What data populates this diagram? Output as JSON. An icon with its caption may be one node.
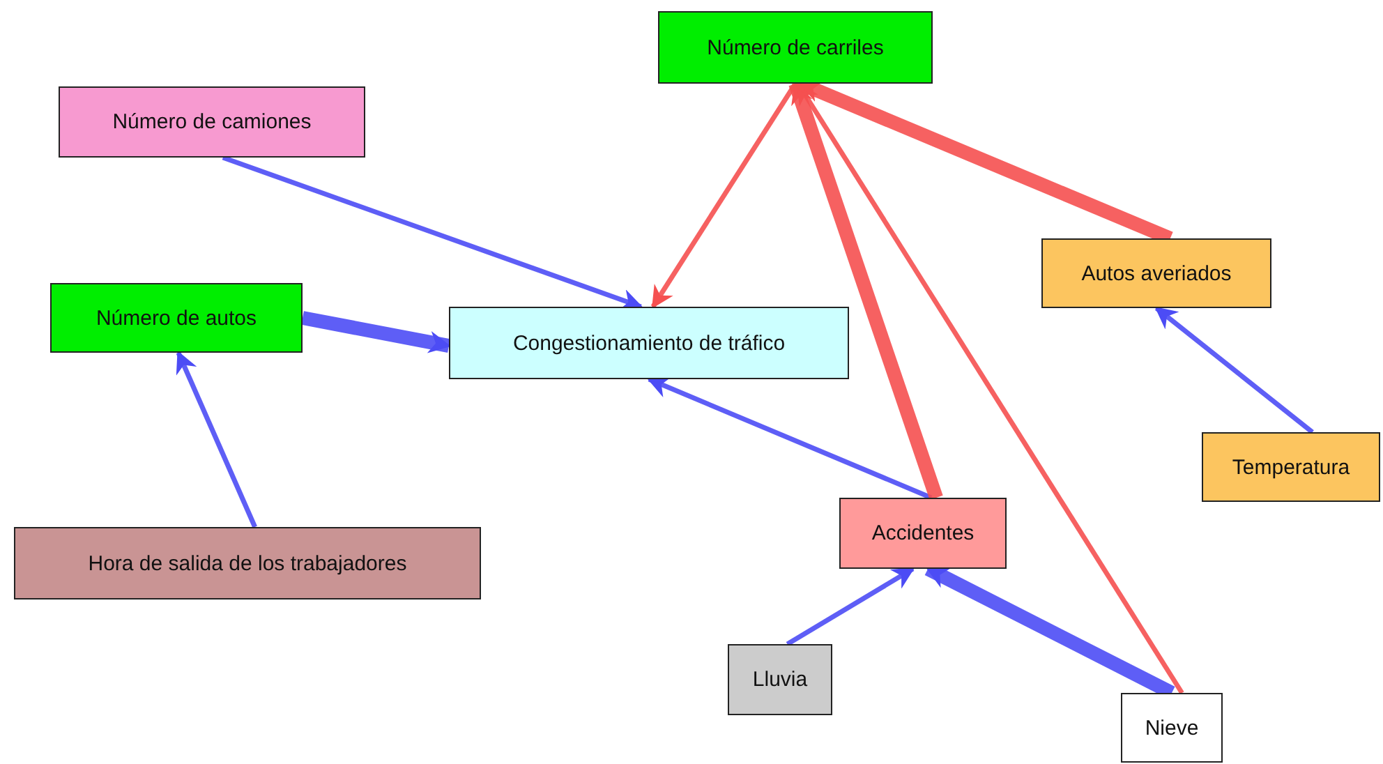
{
  "diagram": {
    "nodes": [
      {
        "text": [
          "Número de carriles"
        ]
      },
      {
        "text": [
          "Número de camiones"
        ]
      },
      {
        "text": [
          "Número de autos"
        ]
      },
      {
        "text": [
          "Congestionamiento de tráfico"
        ]
      },
      {
        "text": [
          "Autos averiados"
        ]
      },
      {
        "text": [
          "Temperatura"
        ]
      },
      {
        "text": [
          "Hora de salida de los trabajadores"
        ]
      },
      {
        "text": [
          "Accidentes"
        ]
      },
      {
        "text": [
          "Lluvia"
        ]
      },
      {
        "text": [
          "Nieve"
        ]
      }
    ],
    "edges": [
      {
        "from": 1,
        "to": 3,
        "arrow": "to"
      },
      {
        "from": 2,
        "to": 3,
        "arrow": "to",
        "style": "thick"
      },
      {
        "from": 6,
        "to": 2,
        "arrow": "to"
      },
      {
        "from": 7,
        "to": 3,
        "arrow": "to"
      },
      {
        "from": 0,
        "to": 3,
        "arrow": "to",
        "color": "#f55050"
      },
      {
        "from": 7,
        "to": 0,
        "arrow": "to",
        "style": "thick",
        "color": "#f55050"
      },
      {
        "from": 9,
        "to": 0,
        "arrow": "to",
        "color": "#f55050"
      },
      {
        "from": 4,
        "to": 0,
        "arrow": "to",
        "style": "thick",
        "color": "#f55050"
      },
      {
        "from": 5,
        "to": 4,
        "arrow": "to"
      },
      {
        "from": 8,
        "to": 7,
        "arrow": "to"
      },
      {
        "from": 9,
        "to": 7,
        "arrow": "to",
        "style": "thick"
      }
    ]
  }
}
